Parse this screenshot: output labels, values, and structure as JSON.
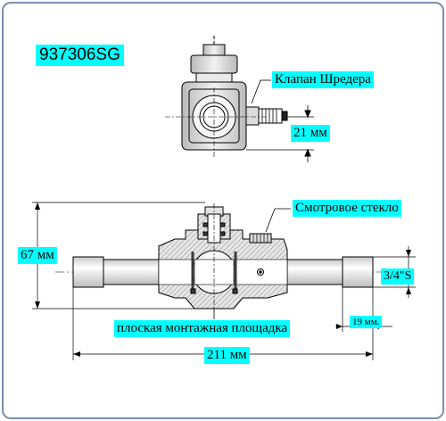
{
  "model_code": "937306SG",
  "labels": {
    "schrader_valve": "Клапан Шредера",
    "sight_glass": "Смотровое стекло",
    "mounting_pad": "плоская монтажная площадка"
  },
  "dimensions": {
    "height_top": "21 мм",
    "height_total": "67 мм",
    "pipe_size": "3/4\"S",
    "end_length": "19 мм.",
    "total_length": "211 мм"
  },
  "colors": {
    "frame_border": "#7a8fa8",
    "label_bg": "#00ffff",
    "line": "#000000",
    "seal": "#3a3a3a"
  }
}
